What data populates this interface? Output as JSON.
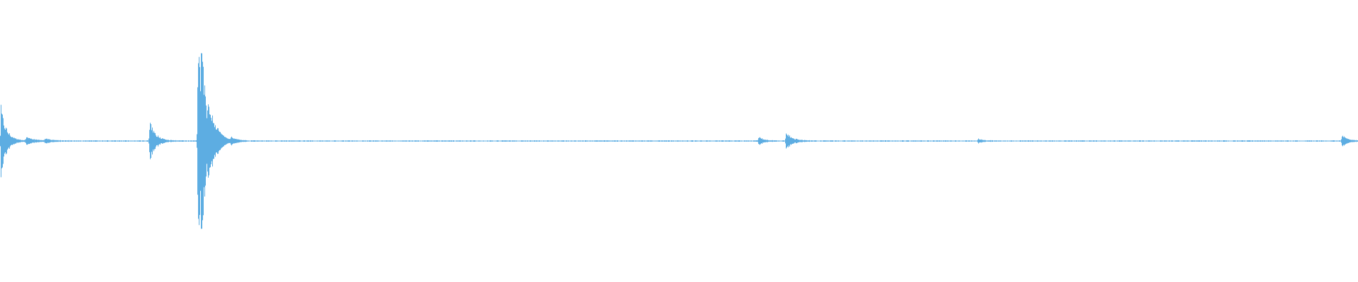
{
  "waveform": {
    "color": "#5dade2",
    "amplitude_range": [
      -1,
      1
    ],
    "duration_fraction_range": [
      0,
      1
    ],
    "baseline_amplitude": 0.004,
    "events": [
      {
        "t": 0.0005,
        "peak": 0.3,
        "decay": 0.004
      },
      {
        "t": 0.019,
        "peak": 0.03,
        "decay": 0.006
      },
      {
        "t": 0.033,
        "peak": 0.02,
        "decay": 0.004
      },
      {
        "t": 0.11,
        "peak": 0.2,
        "decay": 0.004
      },
      {
        "t": 0.1455,
        "peak": 0.88,
        "decay": 0.004
      },
      {
        "t": 0.148,
        "peak": 0.55,
        "decay": 0.003
      },
      {
        "t": 0.153,
        "peak": 0.15,
        "decay": 0.003
      },
      {
        "t": 0.156,
        "peak": 0.11,
        "decay": 0.004
      },
      {
        "t": 0.16,
        "peak": 0.06,
        "decay": 0.004
      },
      {
        "t": 0.17,
        "peak": 0.03,
        "decay": 0.004
      },
      {
        "t": 0.5585,
        "peak": 0.04,
        "decay": 0.003
      },
      {
        "t": 0.5785,
        "peak": 0.09,
        "decay": 0.004
      },
      {
        "t": 0.72,
        "peak": 0.02,
        "decay": 0.003
      },
      {
        "t": 0.988,
        "peak": 0.05,
        "decay": 0.004
      }
    ]
  }
}
